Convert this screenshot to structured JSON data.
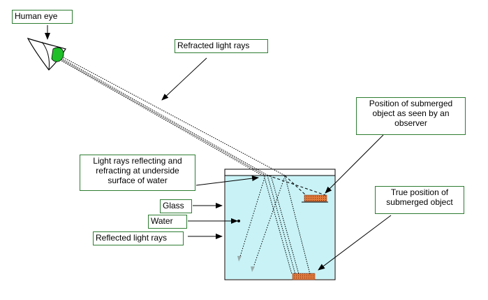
{
  "labels": {
    "human_eye": "Human eye",
    "refracted": "Refracted light rays",
    "apparent_position": "Position of submerged object as seen by an observer",
    "true_position": "True position of submerged object",
    "reflecting_refracting": "Light rays reflecting and refracting at underside surface of water",
    "glass": "Glass",
    "water": "Water",
    "reflected": "Reflected light rays"
  },
  "colors": {
    "water": "#c8f2f6",
    "label_border": "#2e7d32",
    "eye_iris": "#1fbf2a",
    "object_fill": "#e07a3c"
  },
  "icons": [
    "eye-icon"
  ]
}
